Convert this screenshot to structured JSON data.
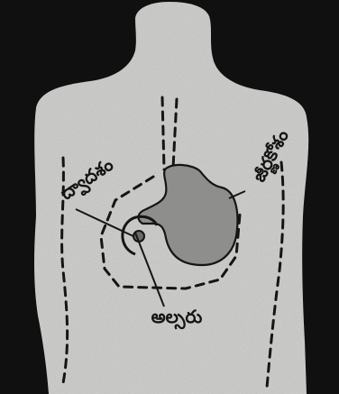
{
  "labels": {
    "duodenum": "ద్వాదశం",
    "pancreas": "జీర్ణకోశం",
    "ulcer": "అల్సరు"
  },
  "colors": {
    "background": "#101010",
    "body": "#d2d2d0",
    "stomach": "#8e8e8c",
    "ink": "#151515"
  }
}
